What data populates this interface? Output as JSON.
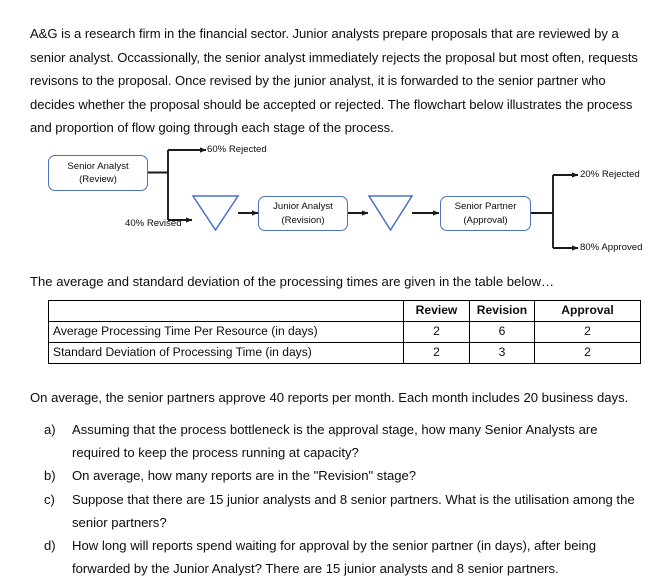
{
  "document": {
    "intro_paragraph": "A&G is a research firm in the financial sector. Junior analysts prepare proposals that are reviewed by a senior analyst. Occassionally, the senior analyst immediately rejects the proposal but most often, requests revisons to the proposal. Once revised by the junior analyst, it is forwarded to the senior partner who decides whether the proposal should be accepted or rejected. The flowchart below illustrates the process and proportion of flow going through each stage of the process.",
    "table_intro": "The average and standard deviation of the processing times are given in the table below…",
    "average_line": "On average, the senior partners approve 40 reports per month. Each month includes 20 business days."
  },
  "flowchart": {
    "nodes": [
      {
        "id": "senior-analyst",
        "line1": "Senior Analyst",
        "line2": "(Review)"
      },
      {
        "id": "junior-analyst",
        "line1": "Junior Analyst",
        "line2": "(Revision)"
      },
      {
        "id": "senior-partner",
        "line1": "Senior Partner",
        "line2": "(Approval)"
      }
    ],
    "buffers": [
      {
        "id": "buffer-1",
        "shape": "inverted-triangle"
      },
      {
        "id": "buffer-2",
        "shape": "inverted-triangle"
      }
    ],
    "labels": {
      "rejected_review": "60% Rejected",
      "revised": "40% Revised",
      "rejected_approval": "20% Rejected",
      "approved": "80% Approved"
    },
    "colors": {
      "node_border": "#4a72bf",
      "buffer_border": "#4a72bf",
      "connector": "#1a1a1a"
    }
  },
  "table": {
    "columns": [
      "",
      "Review",
      "Revision",
      "Approval"
    ],
    "rows": [
      {
        "label": "Average Processing Time Per Resource (in days)",
        "review": "2",
        "revision": "6",
        "approval": "2"
      },
      {
        "label": "Standard Deviation of Processing Time (in days)",
        "review": "2",
        "revision": "3",
        "approval": "2"
      }
    ]
  },
  "questions": [
    {
      "marker": "a)",
      "text": "Assuming that the process bottleneck is the approval stage, how many Senior Analysts are required to keep the process running at capacity?"
    },
    {
      "marker": "b)",
      "text": "On average, how many reports are in the \"Revision\" stage?"
    },
    {
      "marker": "c)",
      "text": "Suppose that there are 15 junior analysts and 8 senior partners. What is the utilisation among the senior partners?"
    },
    {
      "marker": "d)",
      "text": "How long will reports spend waiting for approval by the senior partner (in days), after being forwarded by the Junior Analyst? There are 15 junior analysts and 8 senior partners."
    }
  ]
}
